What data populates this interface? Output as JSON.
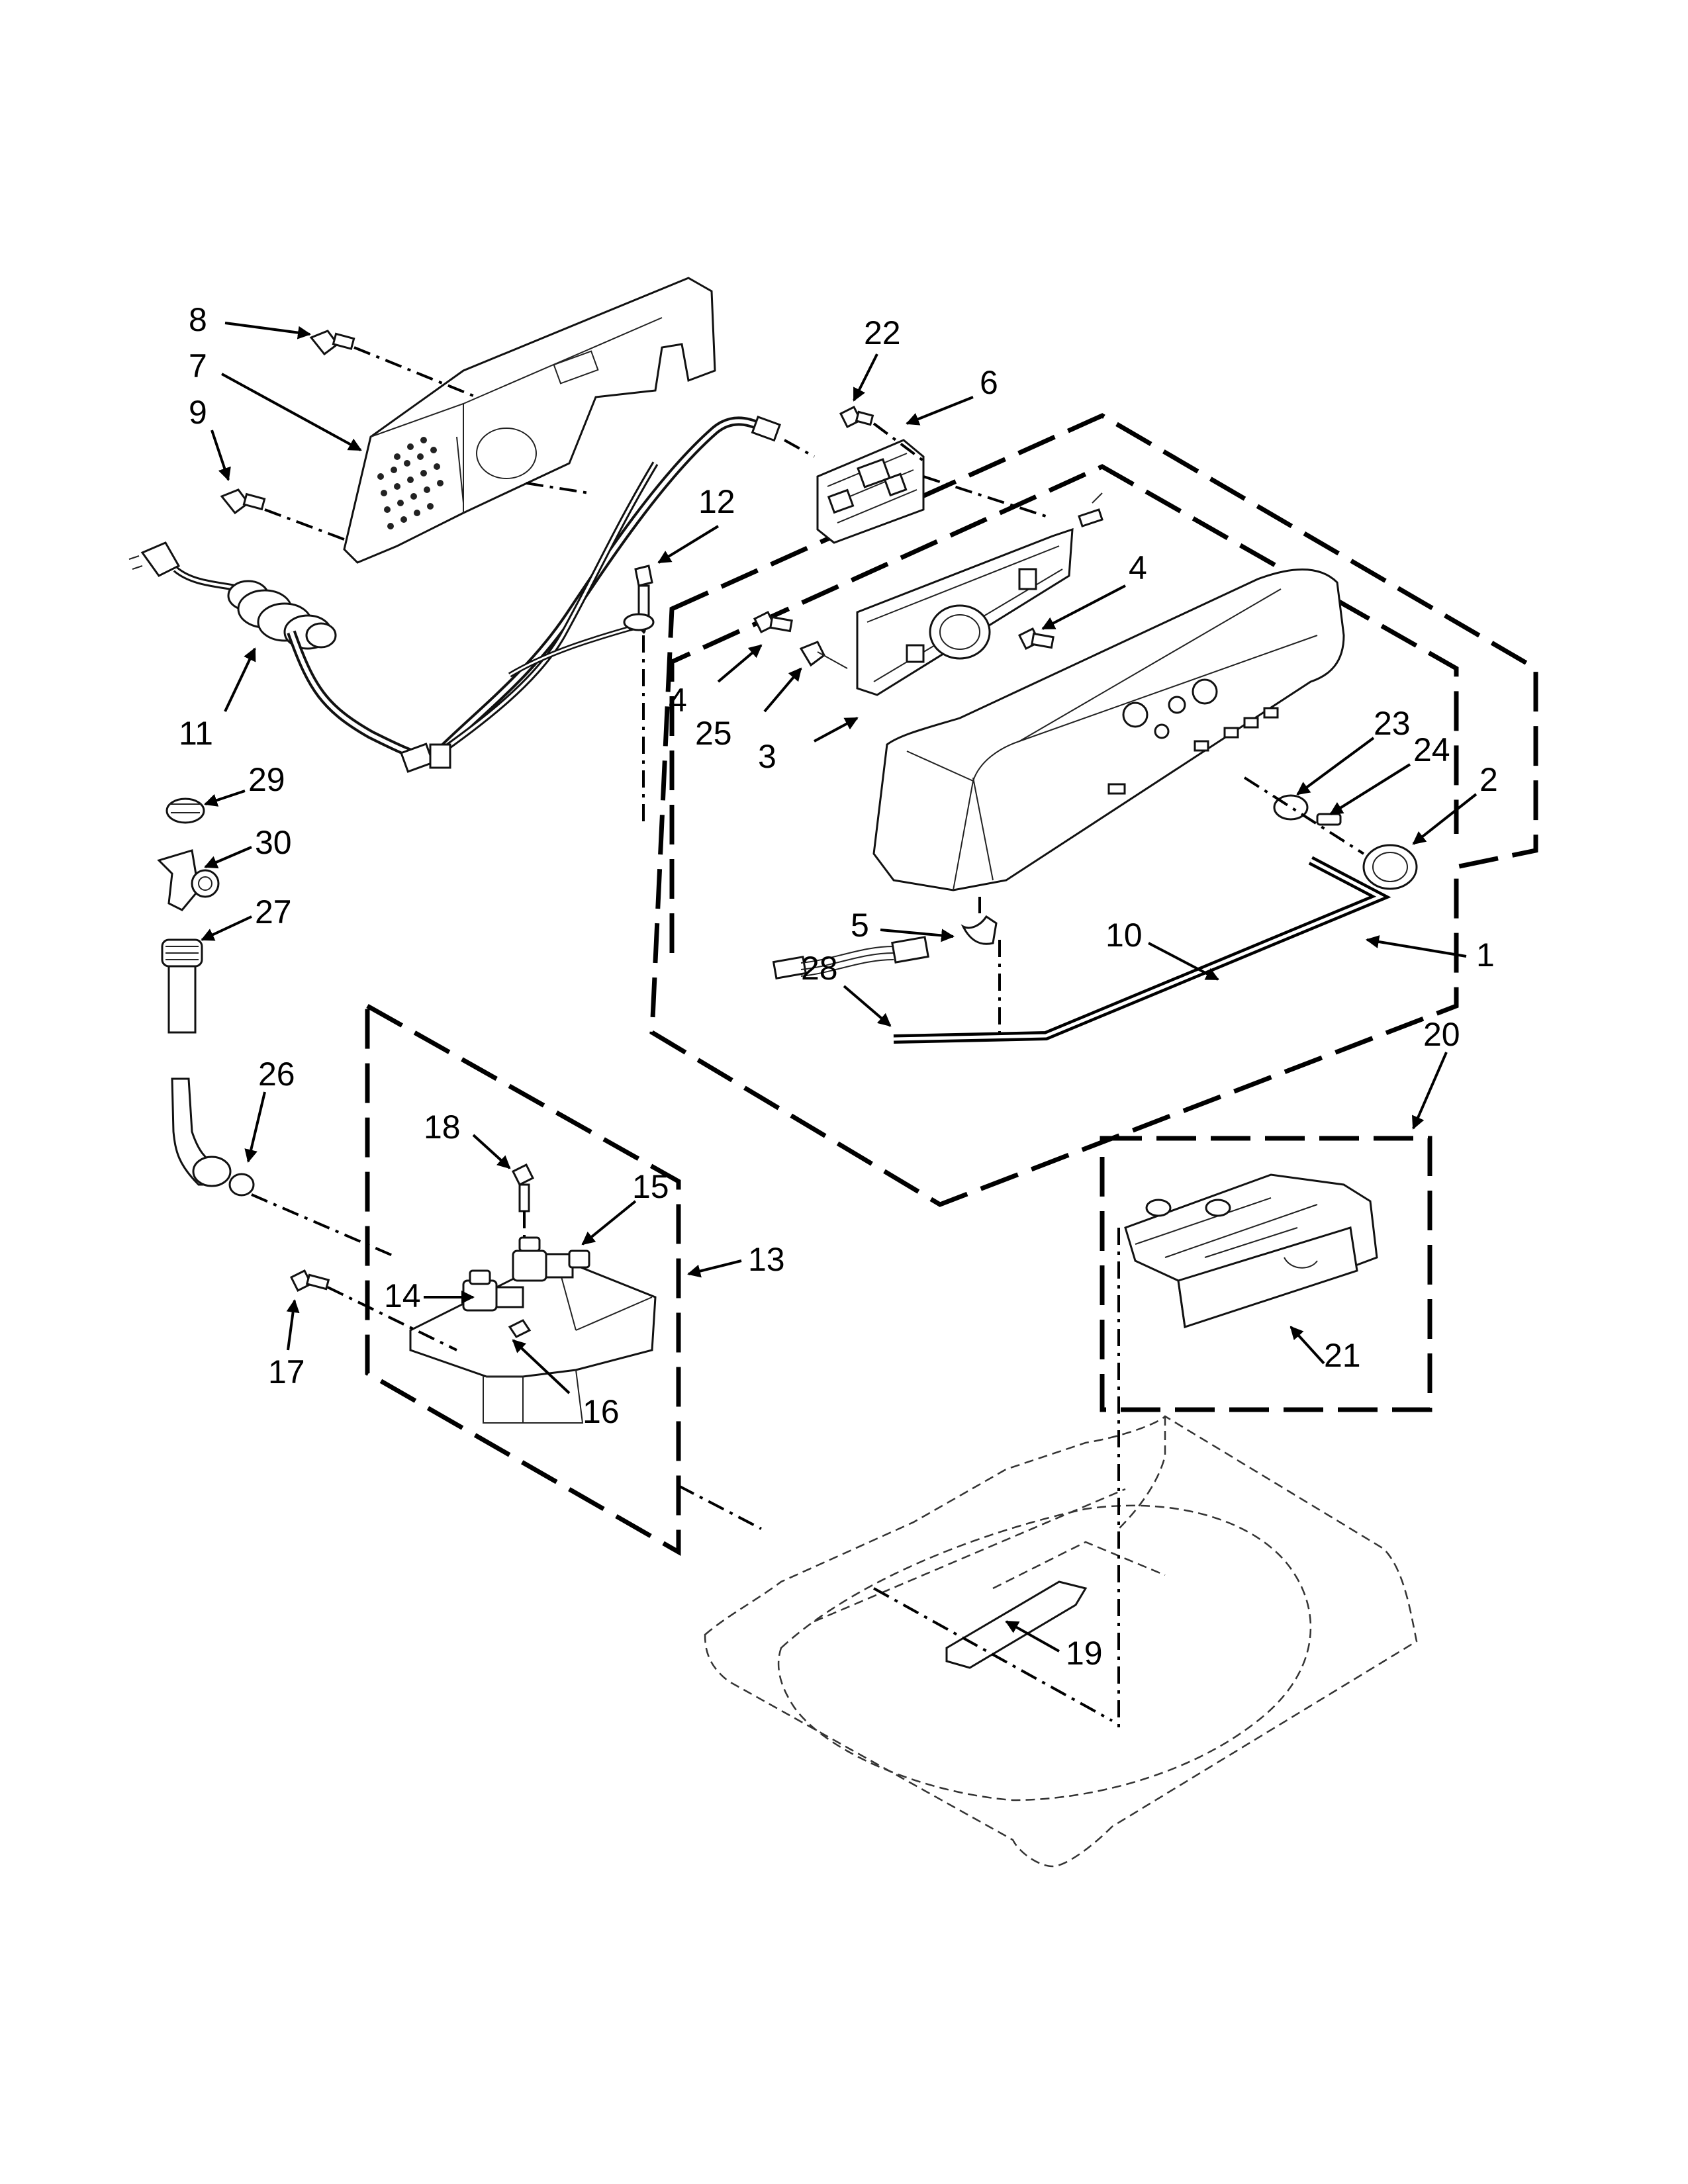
{
  "callouts": {
    "c1": "1",
    "c2": "2",
    "c3": "3",
    "c4a": "4",
    "c4b": "4",
    "c5": "5",
    "c6": "6",
    "c7": "7",
    "c8": "8",
    "c9": "9",
    "c10": "10",
    "c11": "11",
    "c12": "12",
    "c13": "13",
    "c14": "14",
    "c15": "15",
    "c16": "16",
    "c17": "17",
    "c18": "18",
    "c19": "19",
    "c20": "20",
    "c21": "21",
    "c22": "22",
    "c23": "23",
    "c24": "24",
    "c25": "25",
    "c26": "26",
    "c27": "27",
    "c28": "28",
    "c29": "29",
    "c30": "30"
  }
}
